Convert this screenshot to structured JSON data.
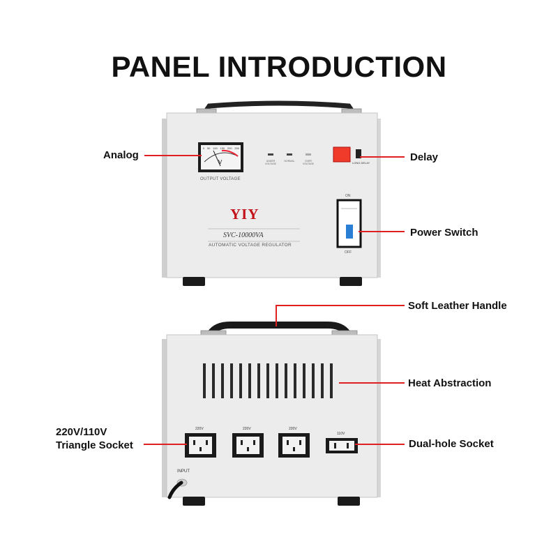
{
  "title": "PANEL INTRODUCTION",
  "front": {
    "brand": "YIY",
    "model": "SVC-10000VA",
    "subtitle": "AUTOMATIC VOLTAGE REGULATOR",
    "meter_label": "OUTPUT VOLTAGE",
    "meter_unit": "V",
    "meter_scale": [
      "0",
      "50",
      "100",
      "150",
      "200",
      "250"
    ],
    "indicators": [
      "UNDER VOLTAGE",
      "NORMAL",
      "OVER VOLTAGE"
    ],
    "switch_on": "ON",
    "switch_off": "OFF",
    "delay_label": "LONG DELAY"
  },
  "rear": {
    "sockets": [
      "220V",
      "220V",
      "220V"
    ],
    "dual_socket": "110V",
    "input_label": "INPUT"
  },
  "callouts": {
    "analog": "Analog",
    "delay": "Delay",
    "power_switch": "Power Switch",
    "handle": "Soft Leather Handle",
    "heat": "Heat Abstraction",
    "triangle_line1": "220V/110V",
    "triangle_line2": "Triangle Socket",
    "dual": "Dual-hole Socket"
  },
  "colors": {
    "accent": "#e02020",
    "body": "#ececec",
    "delay_button": "#f03a2a",
    "switch_toggle": "#2a7fd4"
  }
}
